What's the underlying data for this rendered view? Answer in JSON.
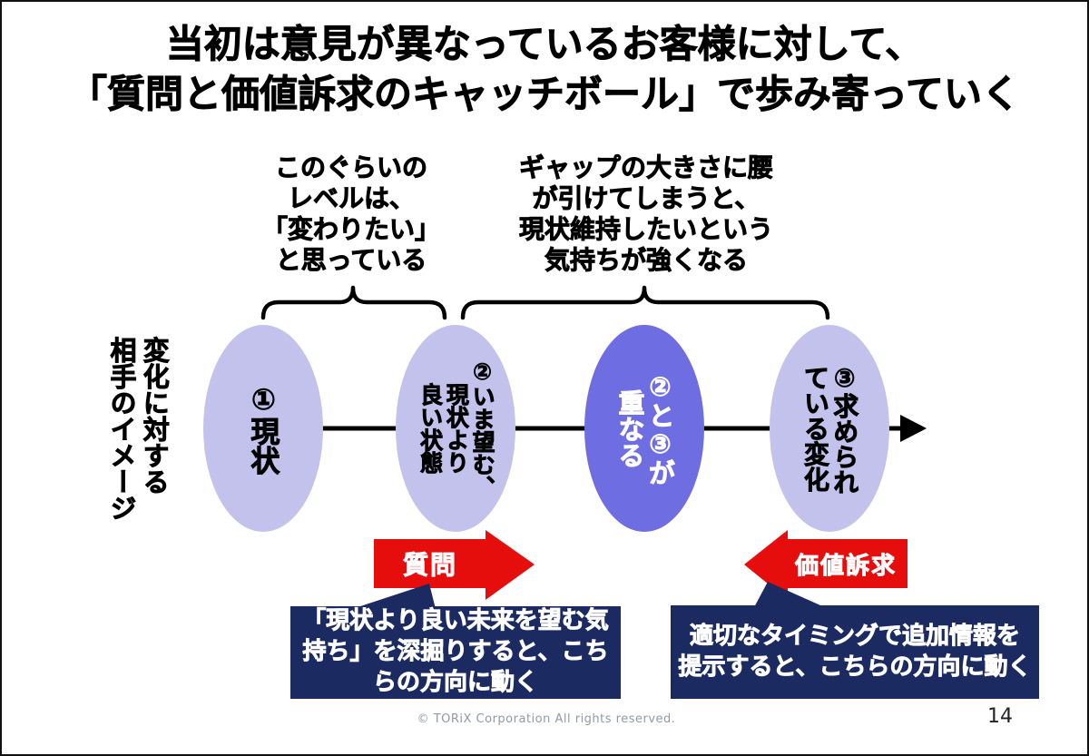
{
  "slide": {
    "title": "当初は意見が異なっているお客様に対して、\n「質問と価値訴求のキャッチボール」で歩み寄っていく",
    "footer": "© TORiX Corporation All rights reserved.",
    "page_number": "14"
  },
  "annotations": {
    "left": "このぐらいの\nレベルは、\n「変わりたい」\nと思っている",
    "right": "ギャップの大きさに腰\nが引けてしまうと、\n現状維持したいという\n気持ちが強くなる"
  },
  "axis_label": "変化に対する\n相手のイメージ",
  "ellipses": [
    {
      "label": "①現状"
    },
    {
      "label": "②いま望む、\n現状より\n良い状態"
    },
    {
      "label": "②と③が\n重なる"
    },
    {
      "label": "③求められ\nている変化"
    }
  ],
  "arrows": {
    "question": "質問",
    "value_appeal": "価値訴求"
  },
  "callouts": {
    "left": "「現状より良い未来を望む気\n持ち」を深掘りすると、こち\nらの方向に動く",
    "right": "適切なタイミングで追加情報を\n提示すると、こちらの方向に動く"
  },
  "colors": {
    "accent_red": "#e60d0d",
    "navy": "#1c2a62",
    "ellipse_light": "#c2c2ec",
    "ellipse_dark": "#6e6ee2"
  }
}
